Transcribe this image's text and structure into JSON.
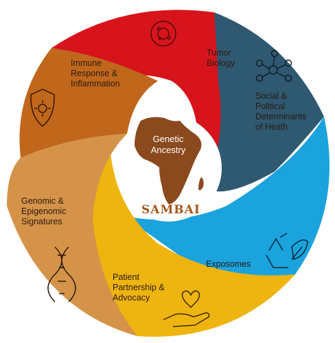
{
  "center": {
    "title": "Genetic\nAncestry",
    "logo_text": "SAMBAI"
  },
  "segments": [
    {
      "id": "tumor",
      "label": "Tumor\nBiology",
      "color": "#d7141c",
      "icon": "virus-cell-icon"
    },
    {
      "id": "social",
      "label": "Social &\nPolitical\nDeterminants\nof Heath",
      "color": "#2f5871",
      "icon": "people-network-icon"
    },
    {
      "id": "exposomes",
      "label": "Exposomes",
      "color": "#1aa3dc",
      "icon": "recycle-leaf-icon"
    },
    {
      "id": "patient",
      "label": "Patient\nPartnership &\nAdvocacy",
      "color": "#eeb40f",
      "icon": "heart-in-hand-icon"
    },
    {
      "id": "genomic",
      "label": "Genomic &\nEpigenomic\nSignatures",
      "color": "#d59349",
      "icon": "dna-icon"
    },
    {
      "id": "immune",
      "label": "Immune\nResponse &\nInflammation",
      "color": "#c0671c",
      "icon": "shield-virus-icon"
    }
  ],
  "colors": {
    "africa": "#8b4a1e",
    "center_bg": "#ffffff"
  }
}
